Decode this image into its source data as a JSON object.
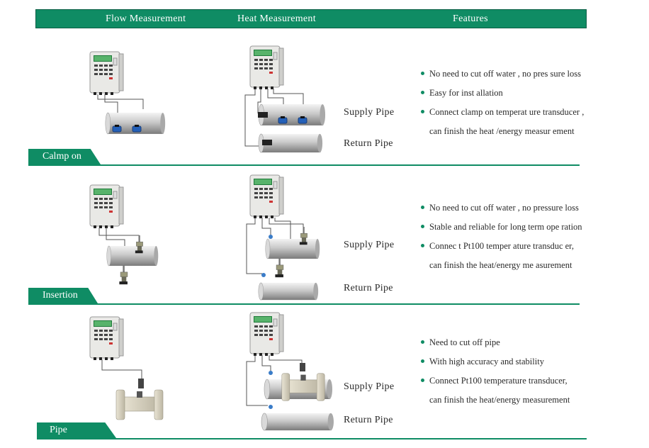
{
  "header": {
    "flow": "Flow Measurement",
    "heat": "Heat Measurement",
    "features": "Features"
  },
  "colors": {
    "brand_green": "#0f8c64",
    "text": "#2a2a2a"
  },
  "sections": [
    {
      "tag": "Calmp on",
      "supply_label": "Supply Pipe",
      "return_label": "Return Pipe",
      "features": [
        "No need to cut off  water , no pres sure loss",
        "Easy for inst allation",
        "Connect  clamp on  temperat ure  transducer ,",
        "can finish the heat /energy  measur ement"
      ]
    },
    {
      "tag": "Insertion",
      "supply_label": "Supply  Pipe",
      "return_label": "Return Pipe",
      "features": [
        "No need to cut off  water , no pressure loss",
        "Stable and reliable for long term ope ration",
        "Connec t  Pt100  temper ature transduc er,",
        "can finish the heat/energy  me asurement"
      ]
    },
    {
      "tag": "Pipe",
      "supply_label": "Supply  Pipe",
      "return_label": "Return Pipe",
      "features": [
        "Need  to cut off pipe",
        "With  high  accuracy  and  stability",
        "Connect Pt100 temperature transducer,",
        "can finish the heat/energy measurement"
      ]
    }
  ]
}
